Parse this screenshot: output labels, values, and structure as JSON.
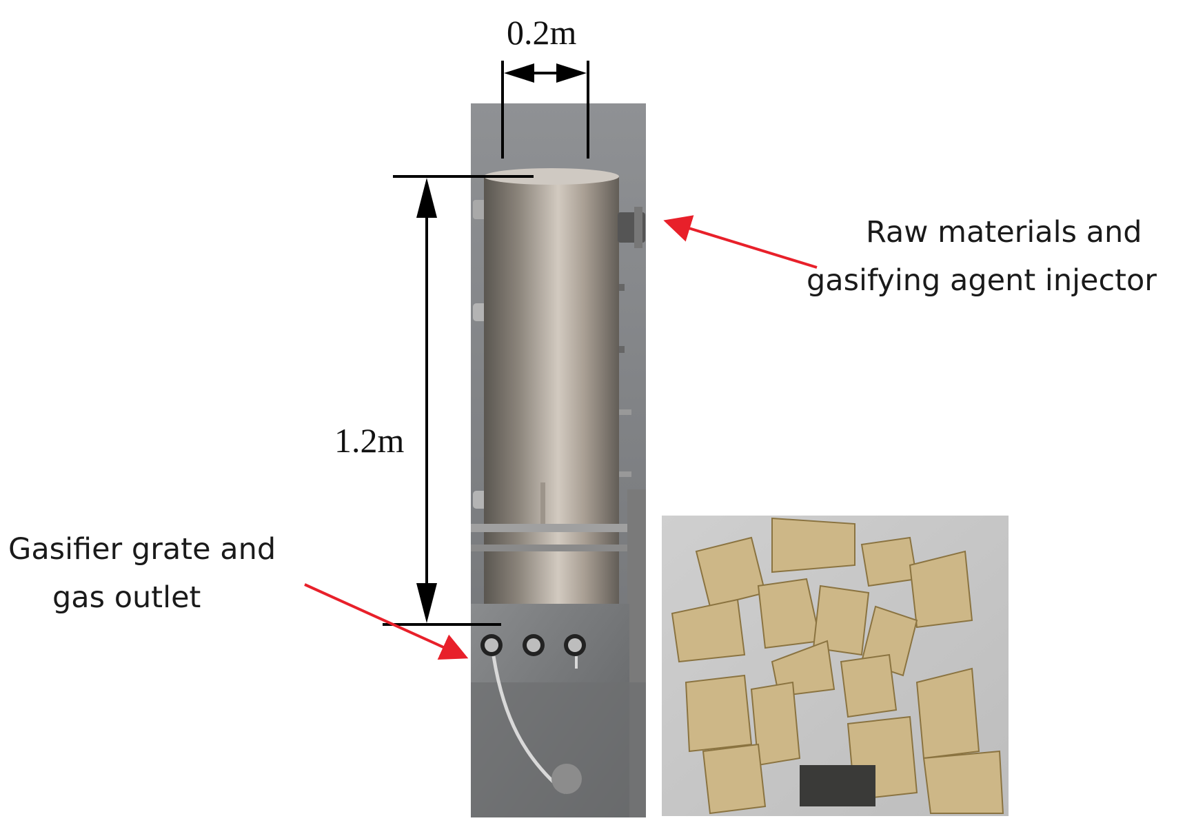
{
  "dimensions": {
    "width_label": "0.2m",
    "height_label": "1.2m"
  },
  "callouts": {
    "injector": {
      "line1": "Raw materials and",
      "line2": "gasifying agent injector"
    },
    "grate": {
      "line1": "Gasifier grate and",
      "line2": "gas outlet"
    }
  },
  "colors": {
    "arrow": "#e8202a",
    "dimension_line": "#000000"
  }
}
